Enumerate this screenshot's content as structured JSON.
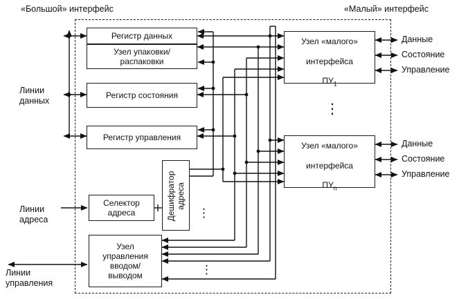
{
  "titles": {
    "left": "«Большой» интерфейс",
    "right": "«Малый» интерфейс"
  },
  "blocks": {
    "reg_data": "Регистр данных",
    "pack_unit": "Узел упаковки/\nраспаковки",
    "reg_state": "Регистр состояния",
    "reg_ctrl": "Регистр управления",
    "selector": "Селектор\nадреса",
    "decoder": "Дешифратор\nадреса",
    "io_ctrl": "Узел\nуправления\nвводом/\nвыводом",
    "pu1": {
      "line1": "Узел «малого»",
      "line2": "интерфейса",
      "base": "ПУ",
      "sub": "1"
    },
    "pun": {
      "line1": "Узел «малого»",
      "line2": "интерфейса",
      "base": "ПУ",
      "sub": "n"
    }
  },
  "left_labels": {
    "data": "Линии\nданных",
    "address": "Линии\nадреса",
    "control": "Линии\nуправления"
  },
  "right_labels": {
    "pu1": [
      "Данные",
      "Состояние",
      "Управление"
    ],
    "pun": [
      "Данные",
      "Состояние",
      "Управление"
    ]
  },
  "misc": {
    "vdots": "⋮"
  },
  "colors": {
    "ink": "#111111"
  }
}
